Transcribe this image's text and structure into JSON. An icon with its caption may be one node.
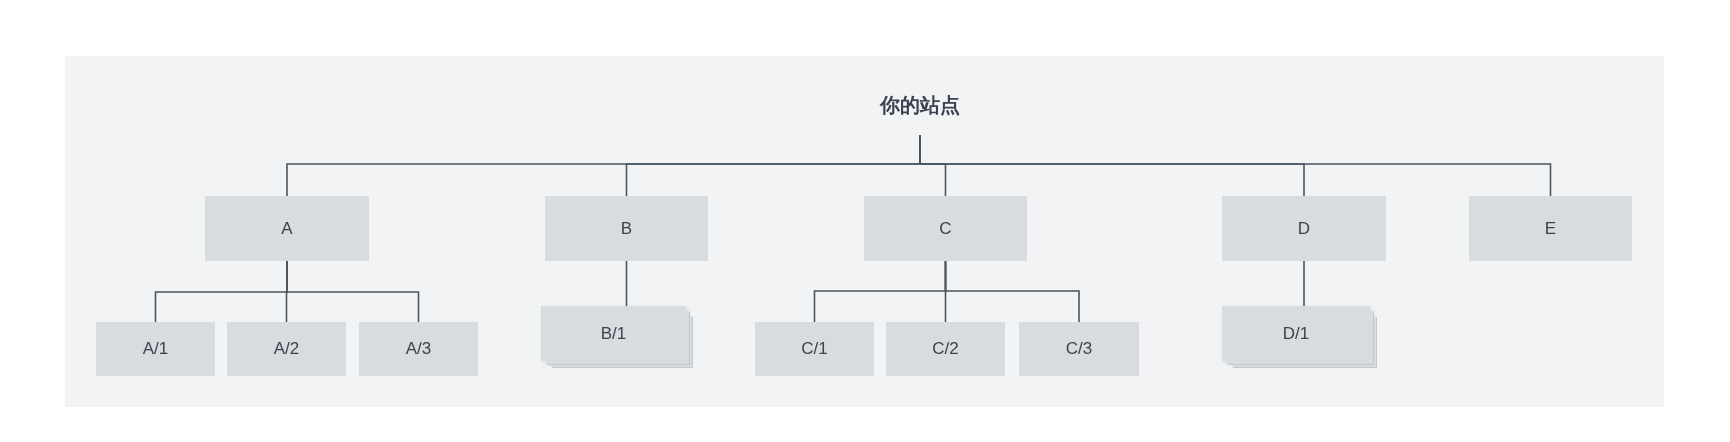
{
  "diagram": {
    "nodes": [
      {
        "text": [
          "你的站点"
        ]
      },
      {
        "text": [
          "A"
        ]
      },
      {
        "text": [
          "B"
        ]
      },
      {
        "text": [
          "C"
        ]
      },
      {
        "text": [
          "D"
        ]
      },
      {
        "text": [
          "E"
        ]
      },
      {
        "text": [
          "A/1"
        ]
      },
      {
        "text": [
          "A/2"
        ]
      },
      {
        "text": [
          "A/3"
        ]
      },
      {
        "text": [
          "B/1"
        ]
      },
      {
        "text": [
          "C/1"
        ]
      },
      {
        "text": [
          "C/2"
        ]
      },
      {
        "text": [
          "C/3"
        ]
      },
      {
        "text": [
          "D/1"
        ]
      }
    ],
    "edges": [
      {
        "from": 0,
        "to": 1,
        "arrow": "none"
      },
      {
        "from": 0,
        "to": 2,
        "arrow": "none"
      },
      {
        "from": 0,
        "to": 3,
        "arrow": "none"
      },
      {
        "from": 0,
        "to": 4,
        "arrow": "none"
      },
      {
        "from": 0,
        "to": 5,
        "arrow": "none"
      },
      {
        "from": 1,
        "to": 6,
        "arrow": "none"
      },
      {
        "from": 1,
        "to": 7,
        "arrow": "none"
      },
      {
        "from": 1,
        "to": 8,
        "arrow": "none"
      },
      {
        "from": 2,
        "to": 9,
        "arrow": "none"
      },
      {
        "from": 3,
        "to": 10,
        "arrow": "none"
      },
      {
        "from": 3,
        "to": 11,
        "arrow": "none"
      },
      {
        "from": 3,
        "to": 12,
        "arrow": "none"
      },
      {
        "from": 4,
        "to": 13,
        "arrow": "none"
      }
    ]
  }
}
